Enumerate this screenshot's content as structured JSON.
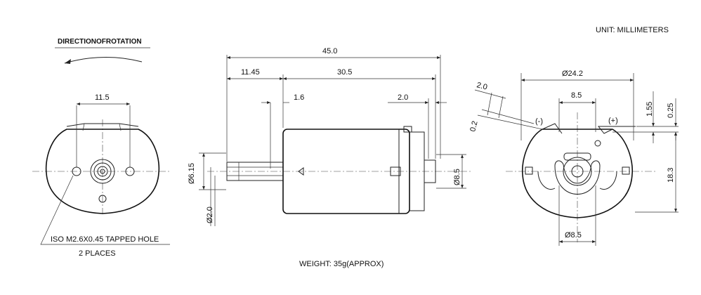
{
  "notes": {
    "unit": "UNIT: MILLIMETERS",
    "direction": "DIRECTIONOFROTATION",
    "tapped_hole_line1": "ISO M2.6X0.45 TAPPED HOLE",
    "tapped_hole_line2": "2 PLACES",
    "weight": "WEIGHT: 35g(APPROX)"
  },
  "front_view": {
    "hole_spacing": "11.5"
  },
  "side_view": {
    "overall_length": "45.0",
    "shaft_length": "11.45",
    "body_length": "30.5",
    "boss_length": "1.6",
    "rear_length": "2.0",
    "body_dia": "Ø6.15",
    "shaft_dia": "Ø2.0",
    "rear_boss_dia": "Ø8.5"
  },
  "rear_view": {
    "body_dia": "Ø24.2",
    "terminal_spacing": "8.5",
    "terminal_width": "2.0",
    "terminal_thickness": "0.2",
    "minus_label": "(-)",
    "plus_label": "(+)",
    "terminal_offset": "1.55",
    "terminal_gap": "0.25",
    "height": "18.3",
    "bearing_dia": "Ø8.5"
  }
}
